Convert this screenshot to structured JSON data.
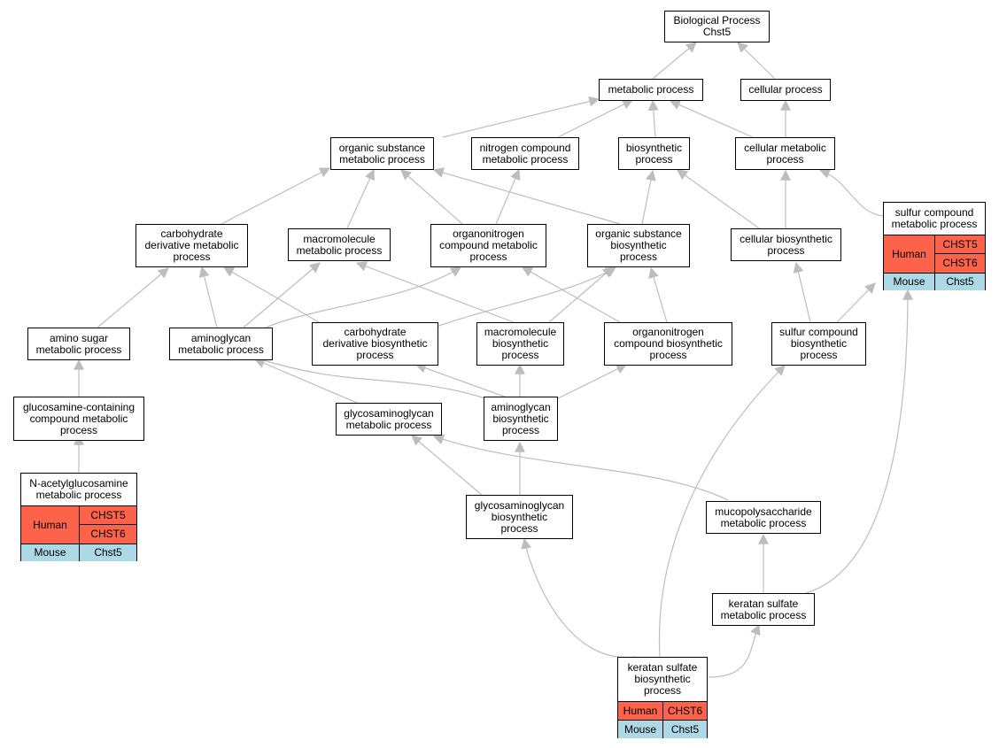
{
  "colors": {
    "edge": "#bdbdbd",
    "human": "#fd624a",
    "mouse": "#add8e6",
    "border": "#000000"
  },
  "nodes": {
    "root": "Biological Process\nChst5",
    "metabolic": "metabolic process",
    "cellular": "cellular process",
    "organic_substance_metabolic": "organic substance\nmetabolic process",
    "nitrogen_compound_metabolic": "nitrogen compound\nmetabolic process",
    "biosynthetic": "biosynthetic\nprocess",
    "cellular_metabolic": "cellular metabolic\nprocess",
    "carbohydrate_derivative_metabolic": "carbohydrate\nderivative metabolic\nprocess",
    "macromolecule_metabolic": "macromolecule\nmetabolic process",
    "organonitrogen_compound_metabolic": "organonitrogen\ncompound metabolic\nprocess",
    "organic_substance_biosynthetic": "organic substance\nbiosynthetic\nprocess",
    "cellular_biosynthetic": "cellular biosynthetic\nprocess",
    "amino_sugar_metabolic": "amino sugar\nmetabolic process",
    "aminoglycan_metabolic": "aminoglycan\nmetabolic process",
    "carbohydrate_derivative_biosynthetic": "carbohydrate\nderivative biosynthetic\nprocess",
    "macromolecule_biosynthetic": "macromolecule\nbiosynthetic\nprocess",
    "organonitrogen_compound_biosynthetic": "organonitrogen\ncompound biosynthetic\nprocess",
    "sulfur_compound_biosynthetic": "sulfur compound\nbiosynthetic\nprocess",
    "glucosamine_containing": "glucosamine-containing\ncompound metabolic\nprocess",
    "glycosaminoglycan_metabolic": "glycosaminoglycan\nmetabolic process",
    "aminoglycan_biosynthetic": "aminoglycan\nbiosynthetic\nprocess",
    "glycosaminoglycan_biosynthetic": "glycosaminoglycan\nbiosynthetic\nprocess",
    "mucopolysaccharide_metabolic": "mucopolysaccharide\nmetabolic process",
    "keratan_sulfate_metabolic": "keratan sulfate\nmetabolic process"
  },
  "annotated": {
    "sulfur_compound_metabolic": {
      "title": "sulfur compound\nmetabolic process",
      "human_label": "Human",
      "human_genes": [
        "CHST5",
        "CHST6"
      ],
      "mouse_label": "Mouse",
      "mouse_genes": [
        "Chst5"
      ]
    },
    "n_acetylglucosamine_metabolic": {
      "title": "N-acetylglucosamine\nmetabolic process",
      "human_label": "Human",
      "human_genes": [
        "CHST5",
        "CHST6"
      ],
      "mouse_label": "Mouse",
      "mouse_genes": [
        "Chst5"
      ]
    },
    "keratan_sulfate_biosynthetic": {
      "title": "keratan sulfate\nbiosynthetic\nprocess",
      "human_label": "Human",
      "human_genes": [
        "CHST6"
      ],
      "mouse_label": "Mouse",
      "mouse_genes": [
        "Chst5"
      ]
    }
  }
}
